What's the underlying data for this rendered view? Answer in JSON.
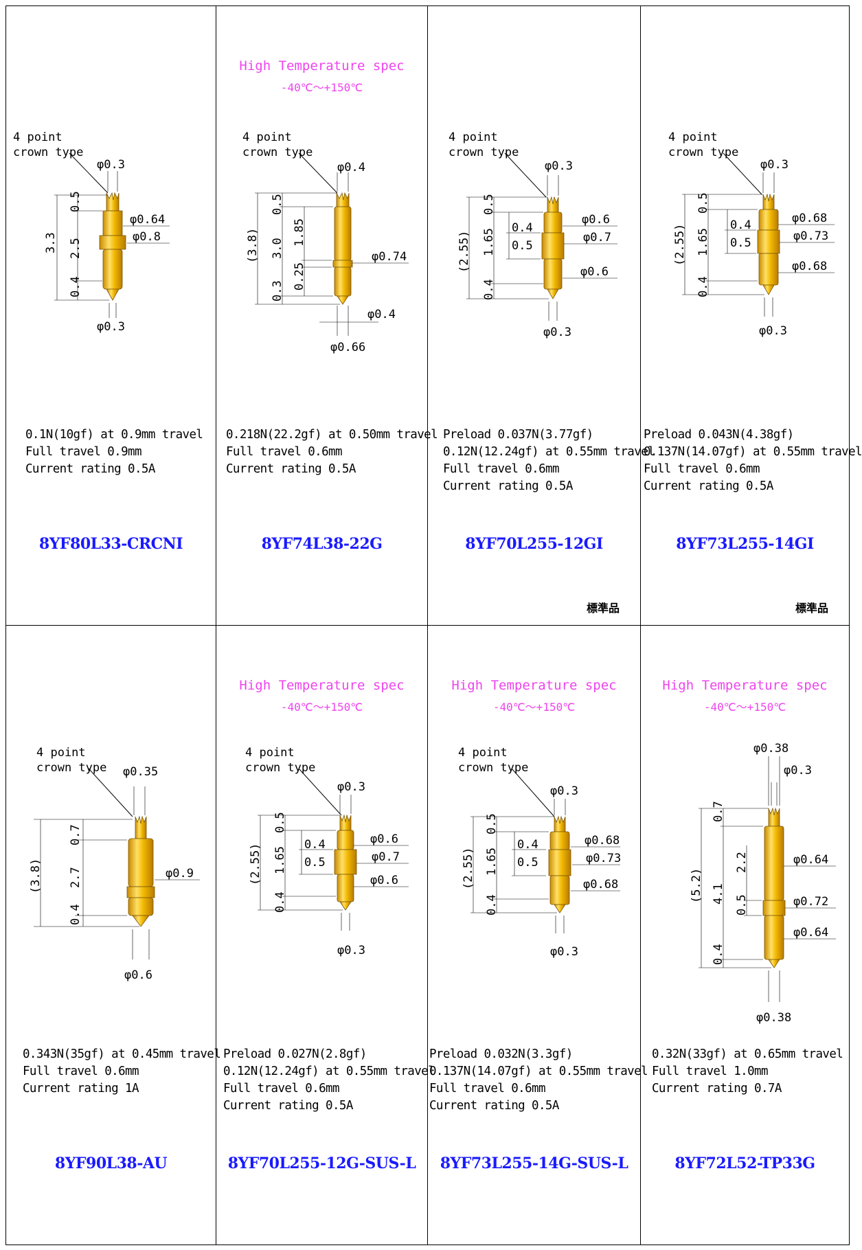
{
  "cells": [
    {
      "crown": [
        "4 point",
        "crown type"
      ],
      "spec": null,
      "dims": {
        "tip_top": "φ0.3",
        "barrel": "φ0.64",
        "flange": "φ0.8",
        "tip_bottom": "φ0.3",
        "total": "3.3",
        "top": "0.5",
        "mid": "2.5",
        "bottom": "0.4"
      },
      "desc": [
        "0.1N(10gf) at 0.9mm travel",
        "Full travel 0.9mm",
        "Current rating 0.5A"
      ],
      "part": "8YF80L33-CRCNI",
      "standard": ""
    },
    {
      "crown": [
        "4 point",
        "crown type"
      ],
      "spec": {
        "title": "High Temperature spec",
        "range": "-40℃～+150℃"
      },
      "dims": {
        "tip_top": "φ0.4",
        "body": "φ0.74",
        "lower": "φ0.4",
        "plunger": "φ0.66",
        "total": "(3.8)",
        "top": "0.5",
        "mid": "3.0",
        "bottom": "0.3",
        "sub1": "1.85",
        "sub2": "0.25"
      },
      "desc": [
        "0.218N(22.2gf) at 0.50mm travel",
        "Full travel 0.6mm",
        "Current rating 0.5A"
      ],
      "part": "8YF74L38-22G",
      "standard": ""
    },
    {
      "crown": [
        "4 point",
        "crown type"
      ],
      "spec": null,
      "dims": {
        "tip_top": "φ0.3",
        "d1": "φ0.6",
        "d2": "φ0.7",
        "d3": "φ0.6",
        "tip_bottom": "φ0.3",
        "total": "(2.55)",
        "top": "0.5",
        "mid": "1.65",
        "bottom": "0.4",
        "s1": "0.4",
        "s2": "0.5"
      },
      "desc": [
        "Preload 0.037N(3.77gf)",
        "0.12N(12.24gf) at 0.55mm travel",
        "Full travel 0.6mm",
        "Current rating 0.5A"
      ],
      "part": "8YF70L255-12GI",
      "standard": "標準品"
    },
    {
      "crown": [
        "4 point",
        "crown type"
      ],
      "spec": null,
      "dims": {
        "tip_top": "φ0.3",
        "d1": "φ0.68",
        "d2": "φ0.73",
        "d3": "φ0.68",
        "tip_bottom": "φ0.3",
        "total": "(2.55)",
        "top": "0.5",
        "mid": "1.65",
        "bottom": "0.4",
        "s1": "0.4",
        "s2": "0.5"
      },
      "desc": [
        "Preload 0.043N(4.38gf)",
        "0.137N(14.07gf) at 0.55mm travel",
        "Full travel 0.6mm",
        "Current rating 0.5A"
      ],
      "part": "8YF73L255-14GI",
      "standard": "標準品"
    },
    {
      "crown": [
        "4 point",
        "crown type"
      ],
      "spec": null,
      "dims": {
        "tip_top": "φ0.35",
        "body": "φ0.9",
        "tip_bottom": "φ0.6",
        "total": "(3.8)",
        "top": "0.7",
        "mid": "2.7",
        "bottom": "0.4"
      },
      "desc": [
        "0.343N(35gf) at 0.45mm travel",
        "Full travel 0.6mm",
        "Current rating 1A"
      ],
      "part": "8YF90L38-AU",
      "standard": ""
    },
    {
      "crown": [
        "4 point",
        "crown type"
      ],
      "spec": {
        "title": "High Temperature spec",
        "range": "-40℃～+150℃"
      },
      "dims": {
        "tip_top": "φ0.3",
        "d1": "φ0.6",
        "d2": "φ0.7",
        "d3": "φ0.6",
        "tip_bottom": "φ0.3",
        "total": "(2.55)",
        "top": "0.5",
        "mid": "1.65",
        "bottom": "0.4",
        "s1": "0.4",
        "s2": "0.5"
      },
      "desc": [
        "Preload 0.027N(2.8gf)",
        "0.12N(12.24gf) at 0.55mm travel",
        "Full travel 0.6mm",
        "Current rating 0.5A"
      ],
      "part": "8YF70L255-12G-SUS-L",
      "standard": ""
    },
    {
      "crown": [
        "4 point",
        "crown type"
      ],
      "spec": {
        "title": "High Temperature spec",
        "range": "-40℃～+150℃"
      },
      "dims": {
        "tip_top": "φ0.3",
        "d1": "φ0.68",
        "d2": "φ0.73",
        "d3": "φ0.68",
        "tip_bottom": "φ0.3",
        "total": "(2.55)",
        "top": "0.5",
        "mid": "1.65",
        "bottom": "0.4",
        "s1": "0.4",
        "s2": "0.5"
      },
      "desc": [
        "Preload 0.032N(3.3gf)",
        "0.137N(14.07gf) at 0.55mm travel",
        "Full travel 0.6mm",
        "Current rating 0.5A"
      ],
      "part": "8YF73L255-14G-SUS-L",
      "standard": ""
    },
    {
      "crown": null,
      "spec": {
        "title": "High Temperature spec",
        "range": "-40℃～+150℃"
      },
      "dims": {
        "tip_top": "φ0.38",
        "tip_top2": "φ0.3",
        "d1": "φ0.64",
        "d2": "φ0.72",
        "d3": "φ0.64",
        "tip_bottom": "φ0.38",
        "total": "(5.2)",
        "top": "0.7",
        "mid": "4.1",
        "bottom": "0.4",
        "s1": "2.2",
        "s2": "0.5"
      },
      "desc": [
        "0.32N(33gf) at 0.65mm travel",
        "Full travel  1.0mm",
        "Current rating 0.7A"
      ],
      "part": "8YF72L52-TP33G",
      "standard": ""
    }
  ]
}
